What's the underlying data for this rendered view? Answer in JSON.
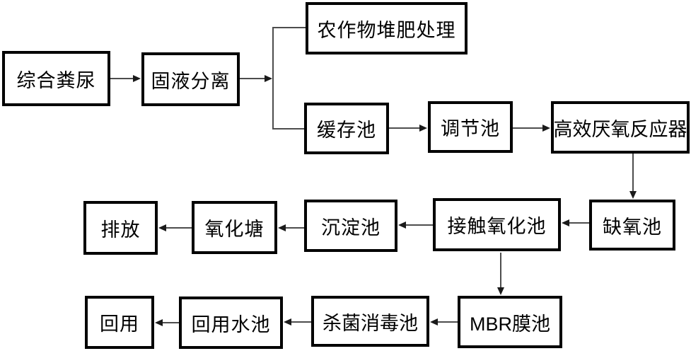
{
  "diagram": {
    "type": "flowchart",
    "background_color": "#ffffff",
    "box_border_color": "#000000",
    "line_color": "#4d4d4d",
    "text_color": "#000000",
    "nodes": {
      "manure": {
        "label": "综合粪尿"
      },
      "separation": {
        "label": "固液分离"
      },
      "compost": {
        "label": "农作物堆肥处理"
      },
      "buffer": {
        "label": "缓存池"
      },
      "regulating": {
        "label": "调节池"
      },
      "anaerobic": {
        "label": "高效厌氧反应器"
      },
      "anoxic": {
        "label": "缺氧池"
      },
      "contact_oxidation": {
        "label": "接触氧化池"
      },
      "sedimentation": {
        "label": "沉淀池"
      },
      "oxidation_pond": {
        "label": "氧化塘"
      },
      "discharge": {
        "label": "排放"
      },
      "mbr": {
        "label": "MBR膜池"
      },
      "disinfection": {
        "label": "杀菌消毒池"
      },
      "reuse_pool": {
        "label": "回用水池"
      },
      "reuse": {
        "label": "回用"
      }
    },
    "edges": [
      {
        "from": "综合粪尿",
        "to": "固液分离"
      },
      {
        "from": "固液分离",
        "to": "农作物堆肥处理"
      },
      {
        "from": "固液分离",
        "to": "缓存池"
      },
      {
        "from": "缓存池",
        "to": "调节池"
      },
      {
        "from": "调节池",
        "to": "高效厌氧反应器"
      },
      {
        "from": "高效厌氧反应器",
        "to": "缺氧池"
      },
      {
        "from": "缺氧池",
        "to": "接触氧化池"
      },
      {
        "from": "接触氧化池",
        "to": "沉淀池"
      },
      {
        "from": "沉淀池",
        "to": "氧化塘"
      },
      {
        "from": "氧化塘",
        "to": "排放"
      },
      {
        "from": "接触氧化池",
        "to": "MBR膜池"
      },
      {
        "from": "MBR膜池",
        "to": "杀菌消毒池"
      },
      {
        "from": "杀菌消毒池",
        "to": "回用水池"
      },
      {
        "from": "回用水池",
        "to": "回用"
      }
    ]
  }
}
